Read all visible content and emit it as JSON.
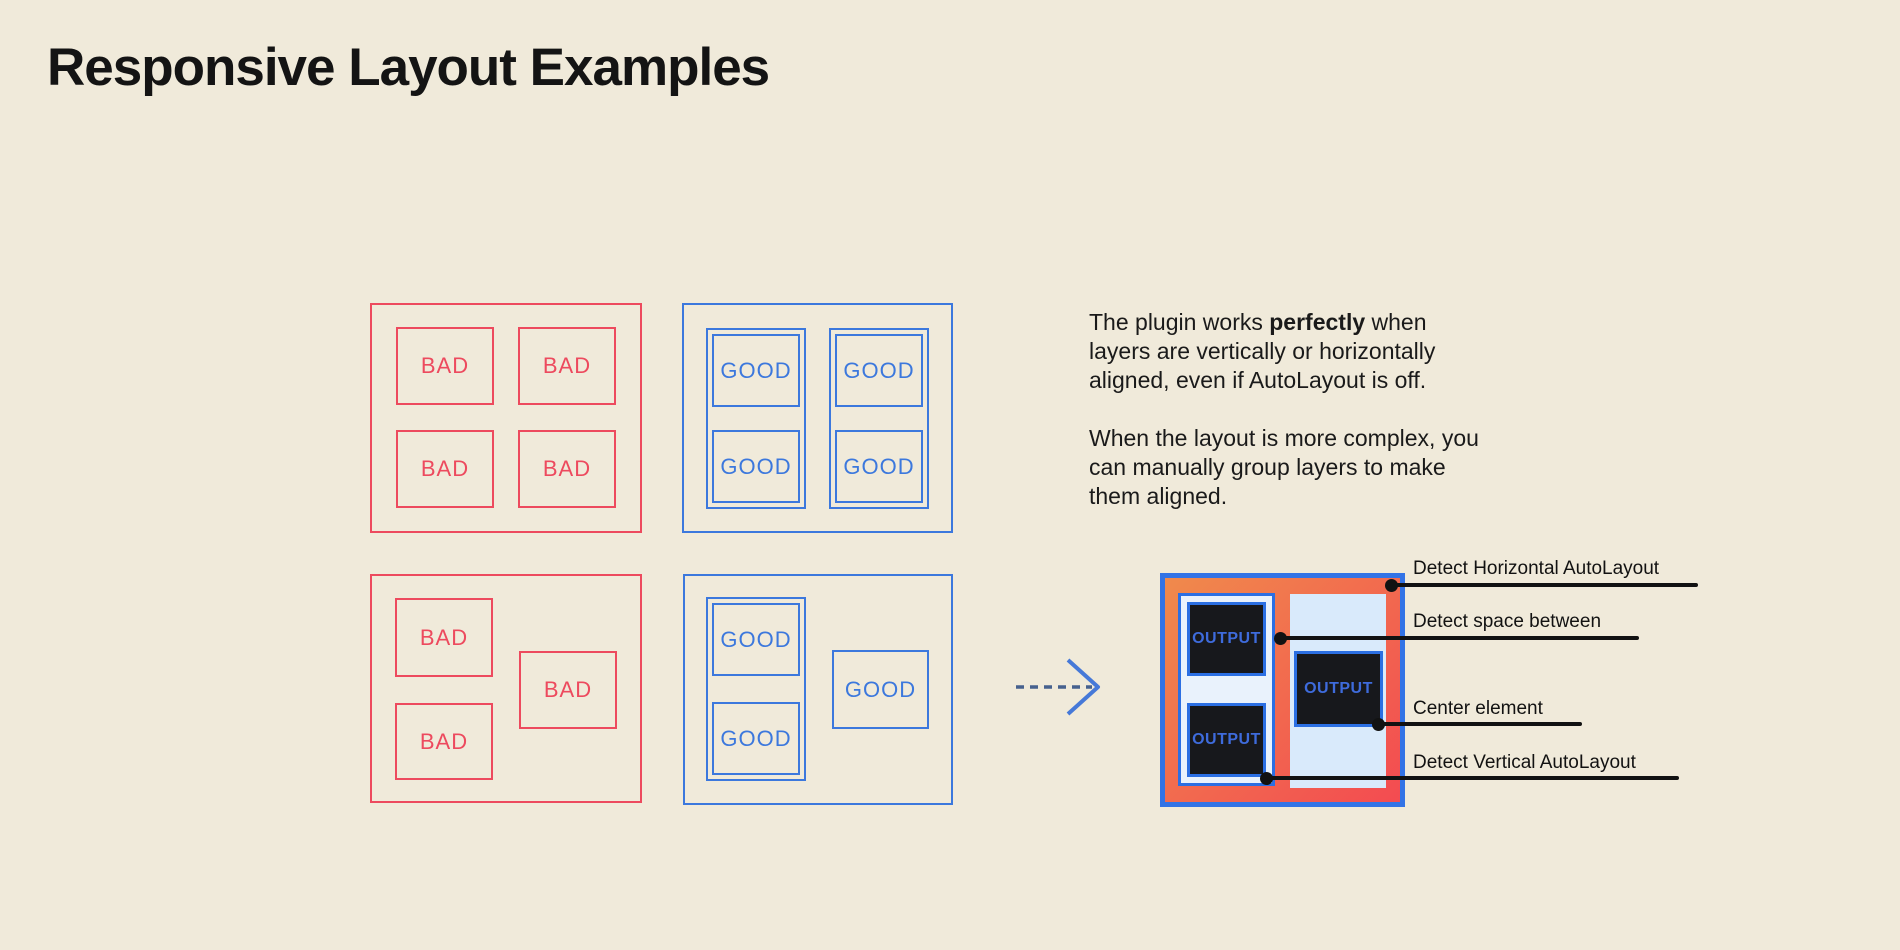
{
  "title": "Responsive Layout Examples",
  "examples": {
    "bad_grid": {
      "labels": [
        "BAD",
        "BAD",
        "BAD",
        "BAD"
      ]
    },
    "good_grid": {
      "labels": [
        "GOOD",
        "GOOD",
        "GOOD",
        "GOOD"
      ]
    },
    "bad_complex": {
      "labels": [
        "BAD",
        "BAD",
        "BAD"
      ]
    },
    "good_complex": {
      "labels": [
        "GOOD",
        "GOOD",
        "GOOD"
      ]
    }
  },
  "description": {
    "p1_line1_before": "The plugin works ",
    "p1_line1_bold": "perfectly",
    "p1_line1_after": " when",
    "p1_line2": "layers are vertically or horizontally",
    "p1_line3": "aligned, even if AutoLayout is off.",
    "p2_line1": "When the layout is more complex, you",
    "p2_line2": "can manually group layers to make",
    "p2_line3": "them aligned."
  },
  "output": {
    "labels": [
      "OUTPUT",
      "OUTPUT",
      "OUTPUT"
    ]
  },
  "annotations": [
    {
      "label": "Detect Horizontal AutoLayout"
    },
    {
      "label": "Detect space between"
    },
    {
      "label": "Center element"
    },
    {
      "label": "Detect Vertical AutoLayout"
    }
  ],
  "colors": {
    "background": "#F0EADA",
    "bad": "#ED4A5E",
    "good": "#3C78DD",
    "text": "#161616",
    "frame_border": "#3273E6",
    "frame_gradient_start": "#F08A4C",
    "frame_gradient_end": "#F34B51",
    "pale_blue_fill": "#D9EAFB",
    "output_box_bg": "#17181C",
    "output_text": "#3E6BDC",
    "annotation": "#121212"
  }
}
